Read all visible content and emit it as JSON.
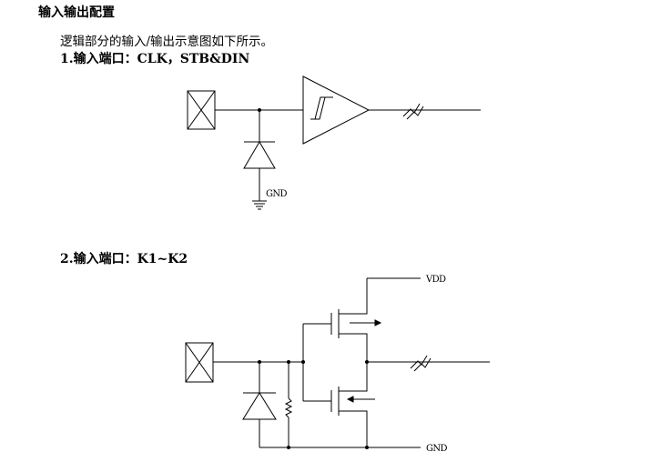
{
  "section_title": "输入输出配置",
  "intro": "逻辑部分的输入/输出示意图如下所示。",
  "diagram1": {
    "heading": "1.输入端口：CLK，STB&DIN",
    "gnd_label": "GND"
  },
  "diagram2": {
    "heading": "2.输入端口：K1~K2",
    "vdd_label": "VDD",
    "gnd_label": "GND"
  }
}
